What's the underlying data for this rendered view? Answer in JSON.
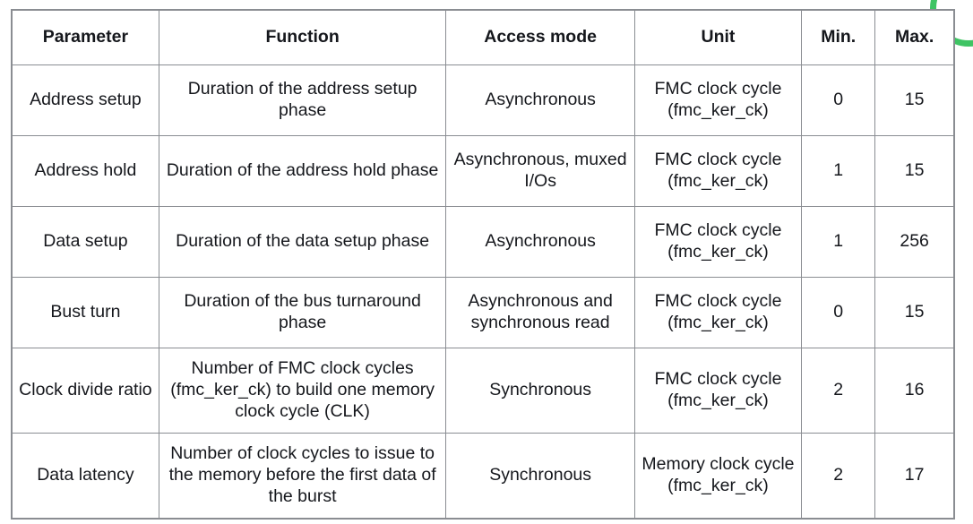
{
  "decoration": {
    "accent_color": "#3fc464",
    "shape": "green-circle-arc"
  },
  "table": {
    "border_color": "#8a8d92",
    "headers": [
      "Parameter",
      "Function",
      "Access mode",
      "Unit",
      "Min.",
      "Max."
    ],
    "rows": [
      {
        "parameter": "Address setup",
        "function": "Duration of the address setup phase",
        "access_mode": "Asynchronous",
        "unit": "FMC clock cycle (fmc_ker_ck)",
        "min": "0",
        "max": "15"
      },
      {
        "parameter": "Address hold",
        "function": "Duration of the address hold phase",
        "access_mode": "Asynchronous, muxed I/Os",
        "unit": "FMC clock cycle (fmc_ker_ck)",
        "min": "1",
        "max": "15"
      },
      {
        "parameter": "Data setup",
        "function": "Duration of the data setup phase",
        "access_mode": "Asynchronous",
        "unit": "FMC clock cycle (fmc_ker_ck)",
        "min": "1",
        "max": "256"
      },
      {
        "parameter": "Bust turn",
        "function": "Duration of the bus turnaround phase",
        "access_mode": "Asynchronous and synchronous read",
        "unit": "FMC clock cycle (fmc_ker_ck)",
        "min": "0",
        "max": "15"
      },
      {
        "parameter": "Clock divide ratio",
        "function": "Number of FMC clock cycles (fmc_ker_ck) to build one memory clock cycle (CLK)",
        "access_mode": "Synchronous",
        "unit": "FMC clock cycle (fmc_ker_ck)",
        "min": "2",
        "max": "16"
      },
      {
        "parameter": "Data latency",
        "function": "Number of clock cycles to issue to the memory before the first data of the burst",
        "access_mode": "Synchronous",
        "unit": "Memory clock cycle (fmc_ker_ck)",
        "min": "2",
        "max": "17"
      }
    ]
  }
}
